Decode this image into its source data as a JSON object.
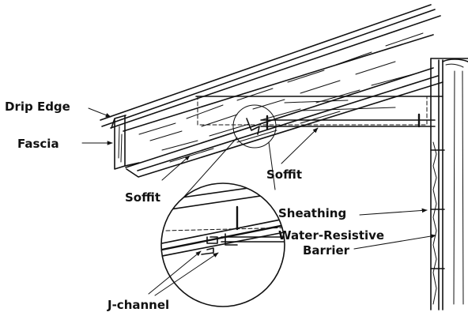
{
  "labels": {
    "drip_edge": "Drip Edge",
    "fascia": "Fascia",
    "soffit_left": "Soffit",
    "soffit_right": "Soffit",
    "sheathing": "Sheathing",
    "wrb_line1": "Water-Resistive",
    "wrb_line2": "Barrier",
    "j_channel": "J-channel"
  }
}
